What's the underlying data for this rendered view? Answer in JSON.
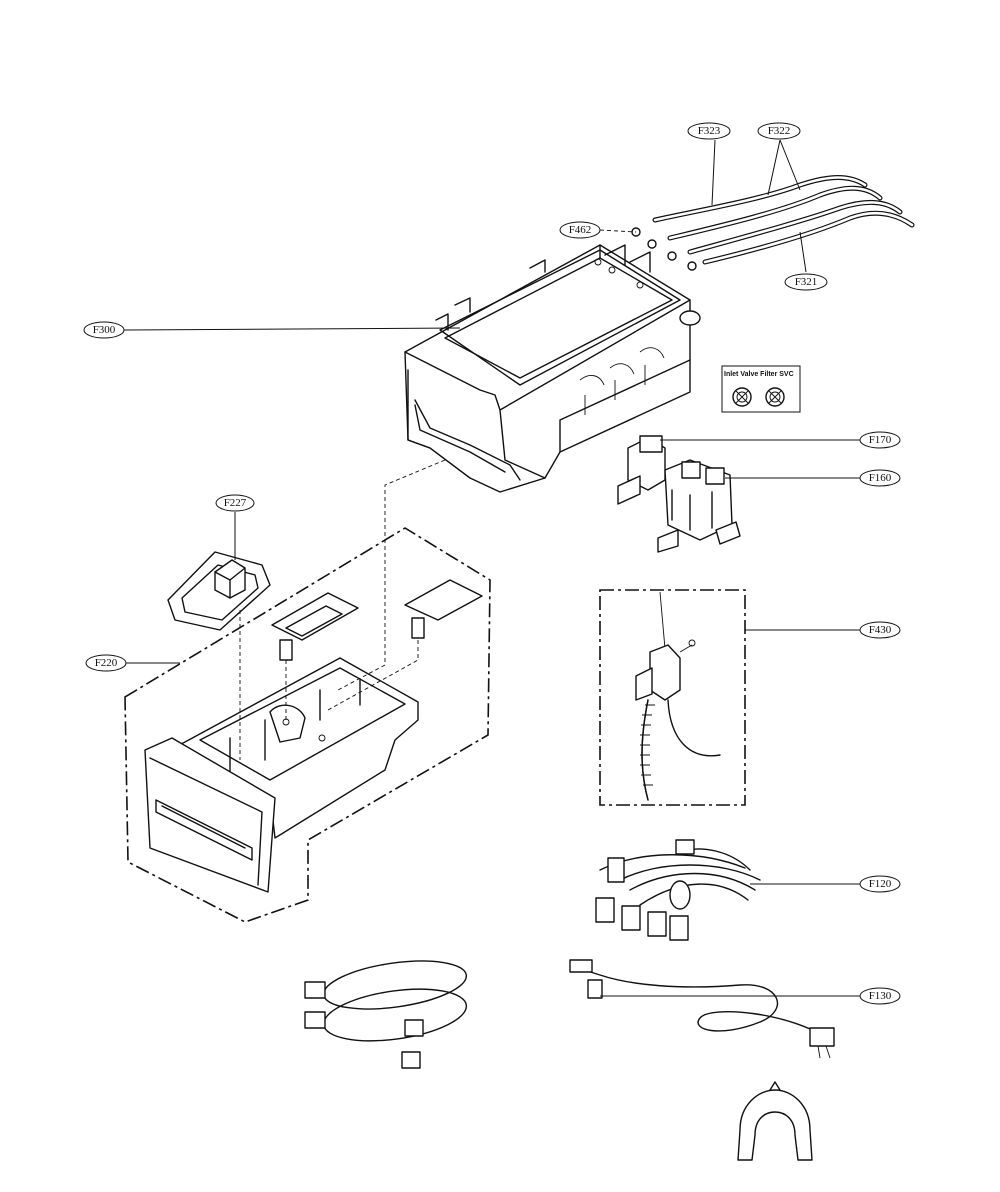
{
  "labels": {
    "f323": "F323",
    "f322": "F322",
    "f462": "F462",
    "f321": "F321",
    "f300": "F300",
    "f170": "F170",
    "f160": "F160",
    "f227": "F227",
    "f220": "F220",
    "f430": "F430",
    "f120": "F120",
    "f130": "F130"
  },
  "svc_box": {
    "title": "Inlet Valve Filter SVC"
  }
}
